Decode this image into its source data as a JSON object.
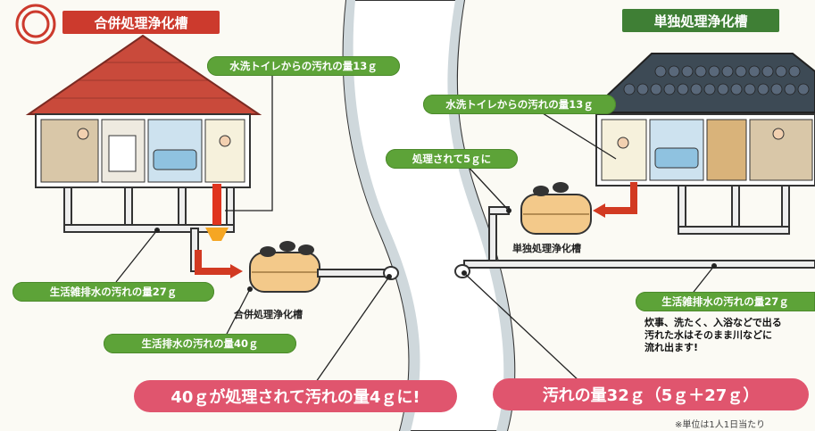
{
  "combined": {
    "title": "合併処理浄化槽",
    "toilet_label": "水洗トイレからの汚れの量13ｇ",
    "gray_water_label": "生活雑排水の汚れの量27ｇ",
    "total_label": "生活排水の汚れの量40ｇ",
    "tank_label": "合併処理浄化槽",
    "result_label": "40ｇが処理されて汚れの量4ｇに!"
  },
  "single": {
    "title": "単独処理浄化槽",
    "toilet_label": "水洗トイレからの汚れの量13ｇ",
    "treated_label": "処理されて5ｇに",
    "tank_label": "単独処理浄化槽",
    "gray_water_label": "生活雑排水の汚れの量27ｇ",
    "description": [
      "炊事、洗たく、入浴などで出る",
      "汚れた水はそのまま川などに",
      "流れ出ます!"
    ],
    "result_label": "汚れの量32ｇ（5ｇ＋27ｇ）"
  },
  "footnote": "※単位は1人1日当たり",
  "colors": {
    "combined_title": "#cc3a2d",
    "single_title": "#3f7f35",
    "green_label": "#5da338",
    "red_label": "#e0556e",
    "pipe": "#e8e8e8",
    "tank": "#f3c98a"
  }
}
